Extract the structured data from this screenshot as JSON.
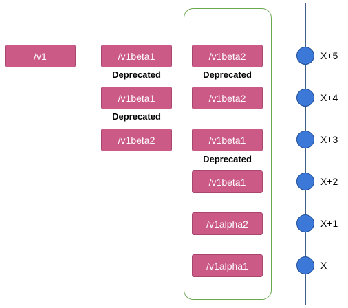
{
  "col1": [
    {
      "label": "/v1"
    }
  ],
  "col2": [
    {
      "label": "/v1beta1",
      "note": "Deprecated"
    },
    {
      "label": "/v1beta1",
      "note": "Deprecated"
    },
    {
      "label": "/v1beta2",
      "note": ""
    }
  ],
  "col3": [
    {
      "label": "/v1beta2",
      "note": "Deprecated"
    },
    {
      "label": "/v1beta2",
      "note": ""
    },
    {
      "label": "/v1beta1",
      "note": "Deprecated"
    },
    {
      "label": "/v1beta1",
      "note": ""
    },
    {
      "label": "/v1alpha2",
      "note": ""
    },
    {
      "label": "/v1alpha1",
      "note": ""
    }
  ],
  "timeline": {
    "ticks": [
      "X+5",
      "X+4",
      "X+3",
      "X+2",
      "X+1",
      "X"
    ]
  },
  "colors": {
    "box_fill": "#cc5a87",
    "box_border": "#a8466d",
    "group_border": "#6aa84f",
    "dot_fill": "#3c78d8",
    "axis": "#3f5f87"
  }
}
